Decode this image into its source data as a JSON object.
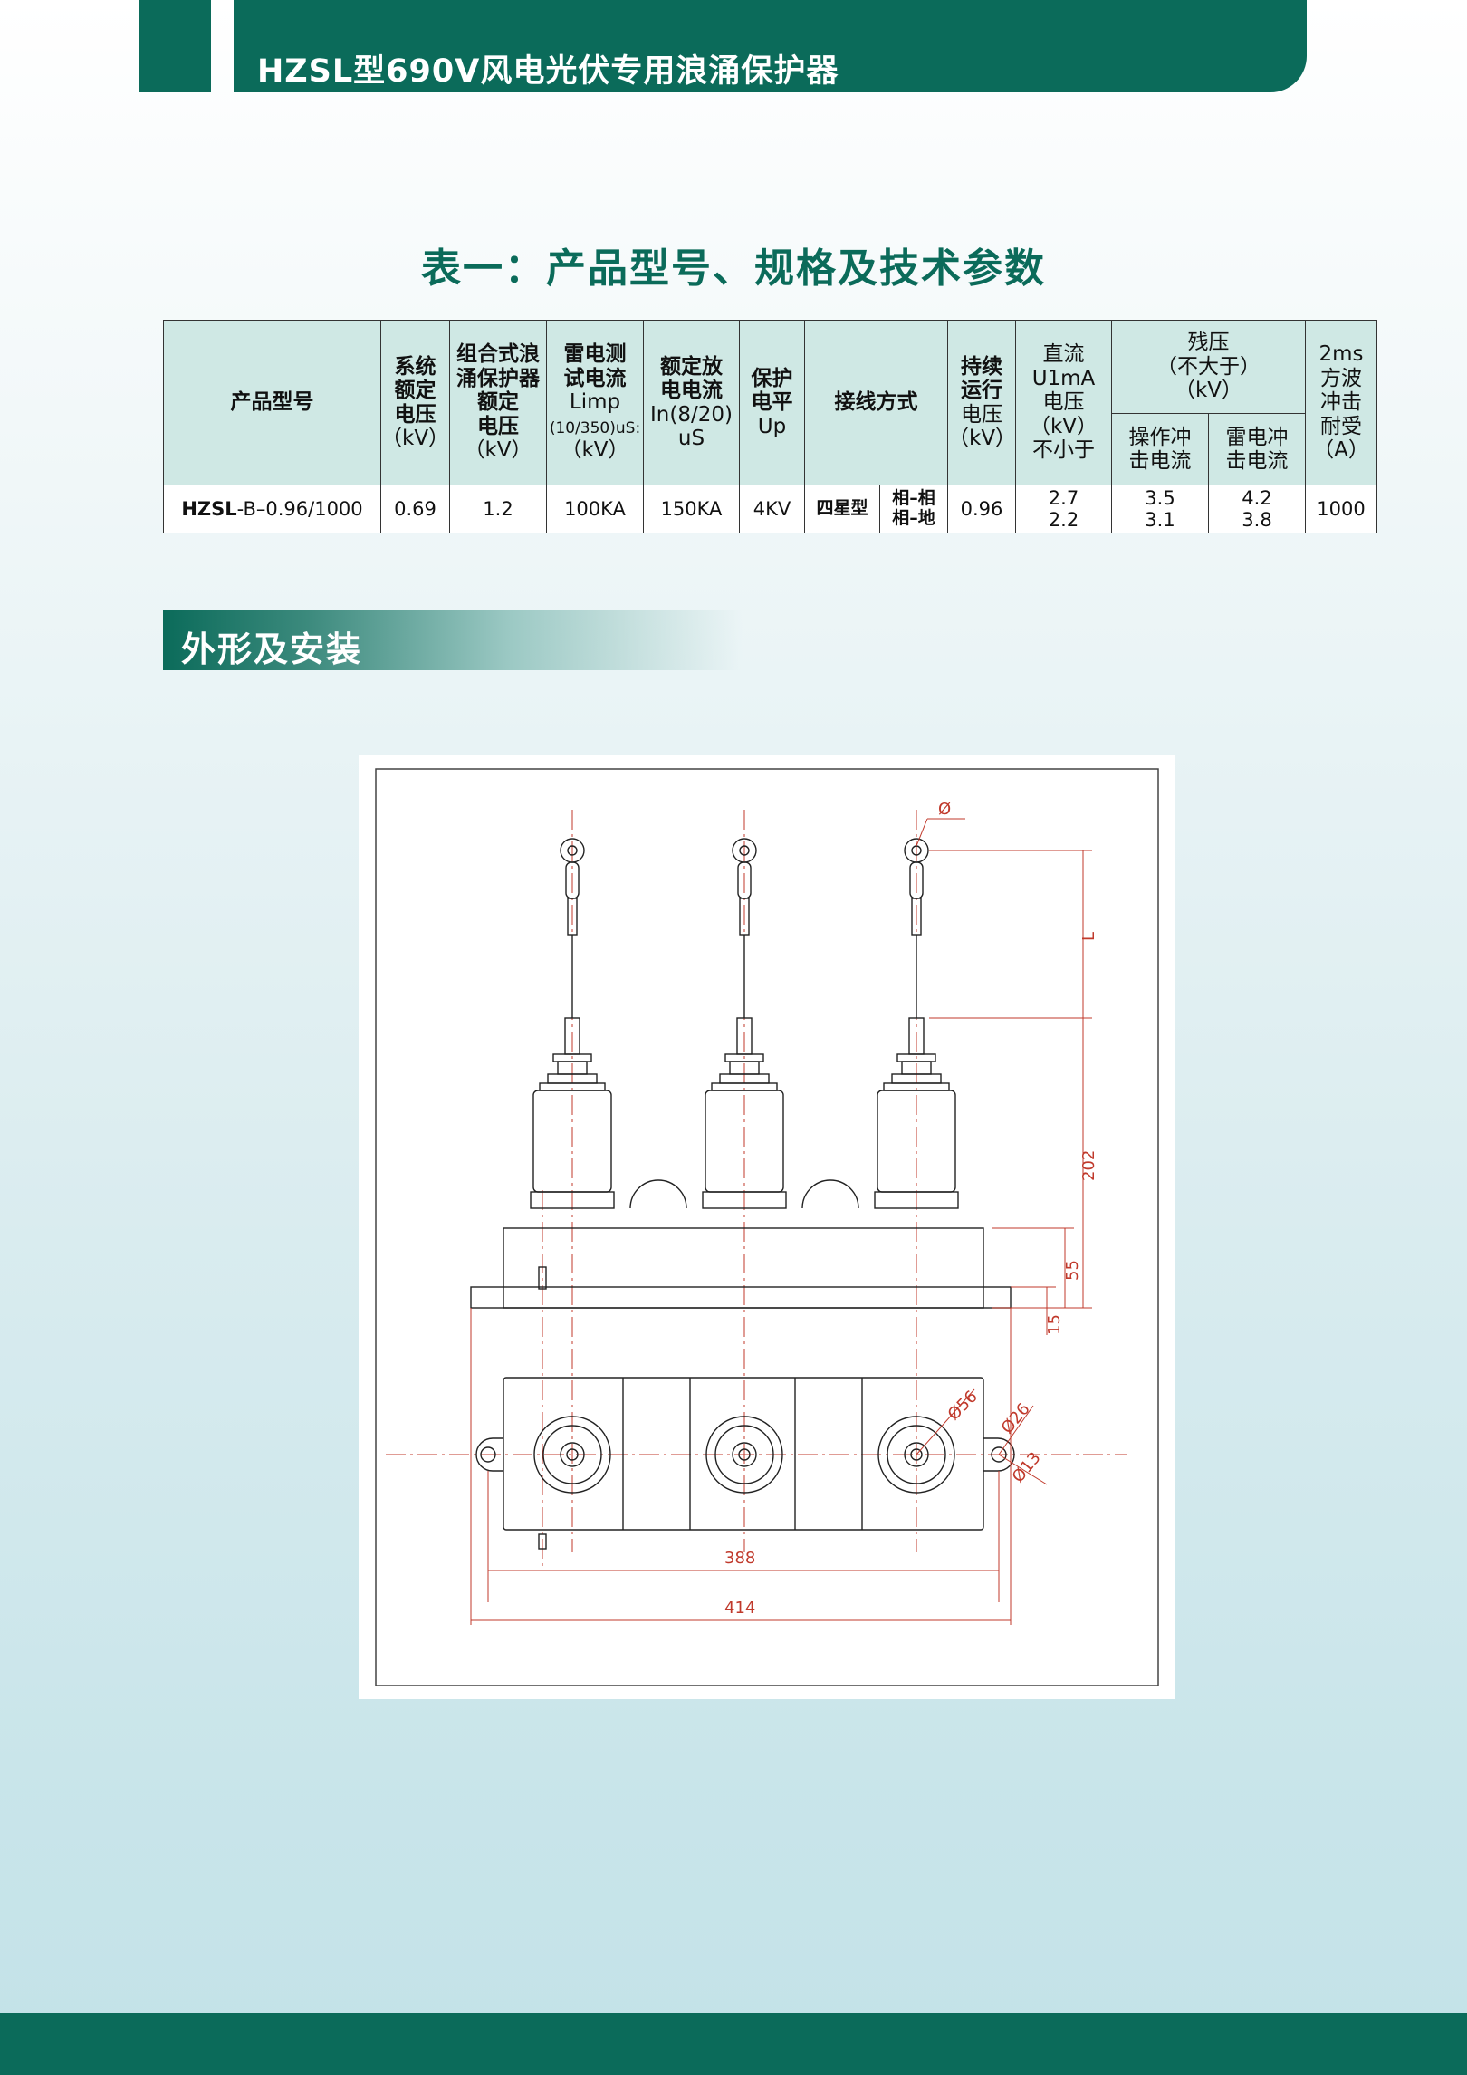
{
  "header": {
    "title": "HZSL型690V风电光伏专用浪涌保护器"
  },
  "table": {
    "title": "表一：产品型号、规格及技术参数",
    "headers": {
      "model": "产品型号",
      "sys_voltage": [
        "系统",
        "额定",
        "电压",
        "（kV）"
      ],
      "combo_voltage": [
        "组合式浪",
        "涌保护器",
        "额定",
        "电压",
        "（kV）"
      ],
      "limp": [
        "雷电测",
        "试电流",
        "Limp",
        "(10/350)uS:",
        "（kV）"
      ],
      "in": [
        "额定放",
        "电电流",
        "In(8/20)",
        "uS"
      ],
      "up": [
        "保护",
        "电平",
        "Up"
      ],
      "wiring": "接线方式",
      "cont_voltage": [
        "持续",
        "运行",
        "电压",
        "（kV）"
      ],
      "dc": [
        "直流",
        "U1mA",
        "电压",
        "（kV）",
        "不小于"
      ],
      "residual": [
        "残压",
        "（不大于）",
        "（kV）"
      ],
      "residual_op": [
        "操作冲",
        "击电流"
      ],
      "residual_lightning": [
        "雷电冲",
        "击电流"
      ],
      "withstand": [
        "2ms",
        "方波",
        "冲击",
        "耐受",
        "（A）"
      ]
    },
    "row": {
      "model_bold": "HZSL",
      "model_rest": "-B–0.96/1000",
      "sys_voltage": "0.69",
      "combo_voltage": "1.2",
      "limp": "100KA",
      "in": "150KA",
      "up": "4KV",
      "wiring_type": "四星型",
      "wiring_pp": "相–相",
      "wiring_pg": "相–地",
      "cont_voltage": "0.96",
      "dc_1": "2.7",
      "dc_2": "2.2",
      "op_1": "3.5",
      "op_2": "3.1",
      "lt_1": "4.2",
      "lt_2": "3.8",
      "withstand": "1000"
    }
  },
  "section": {
    "title": "外形及安装"
  },
  "drawing": {
    "dims": {
      "diameter_top": "Ø",
      "L": "L",
      "d202": "202",
      "d55": "55",
      "d15": "15",
      "d56": "Ø56",
      "d26": "Ø26",
      "d13": "Ø13",
      "d388": "388",
      "d414": "414"
    }
  },
  "colors": {
    "brand": "#0b6b5a",
    "header_cell": "#cfe8e4",
    "dimension": "#c0392b"
  }
}
